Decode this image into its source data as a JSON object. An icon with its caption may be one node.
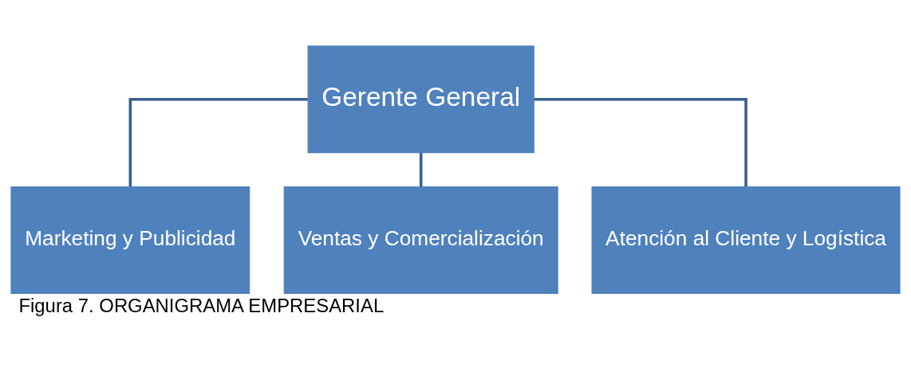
{
  "diagram": {
    "caption": "Figura 7. ORGANIGRAMA EMPRESARIAL",
    "nodes": [
      {
        "text": [
          "Gerente General"
        ]
      },
      {
        "text": [
          "Marketing y Publicidad"
        ]
      },
      {
        "text": [
          "Ventas y Comercialización"
        ]
      },
      {
        "text": [
          "Atención al Cliente y Logística"
        ]
      }
    ],
    "edges": [
      {
        "from": 0,
        "to": 1,
        "arrow": "none"
      },
      {
        "from": 0,
        "to": 2,
        "arrow": "none"
      },
      {
        "from": 0,
        "to": 3,
        "arrow": "none"
      }
    ]
  }
}
